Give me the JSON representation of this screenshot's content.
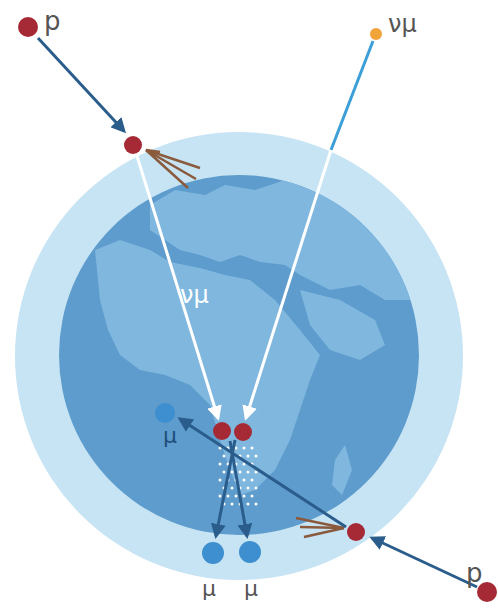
{
  "diagram": {
    "labels": [
      "p",
      "νμ",
      "νμ",
      "μ",
      "μ",
      "μ",
      "p"
    ]
  }
}
